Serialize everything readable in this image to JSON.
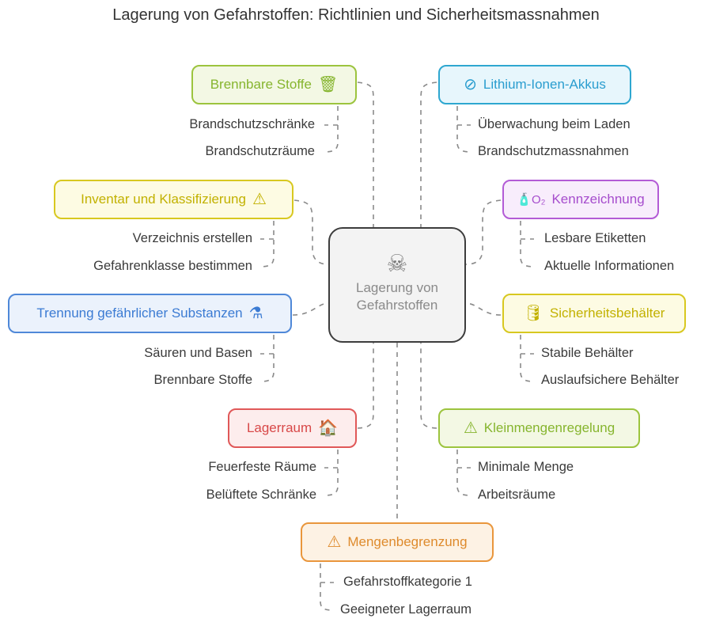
{
  "title": "Lagerung von Gefahrstoffen: Richtlinien und Sicherheitsmassnahmen",
  "center": {
    "label_line1": "Lagerung von",
    "label_line2": "Gefahrstoffen",
    "icon": "hazard-barrel-skull-icon"
  },
  "branches": [
    {
      "label": "Brennbare Stoffe",
      "icon": "flammable-container-icon",
      "color": "#9cc43e",
      "items": [
        "Brandschutzschränke",
        "Brandschutzräume"
      ]
    },
    {
      "label": "Lithium-Ionen-Akkus",
      "icon": "no-battery-icon",
      "color": "#2ea7d0",
      "items": [
        "Überwachung beim Laden",
        "Brandschutzmassnahmen"
      ]
    },
    {
      "label": "Inventar und Klassifizierung",
      "icon": "warning-inventory-icon",
      "color": "#d8c820",
      "items": [
        "Verzeichnis erstellen",
        "Gefahrenklasse bestimmen"
      ]
    },
    {
      "label": "Kennzeichnung",
      "icon": "o2-bottle-icon",
      "color": "#b35bd6",
      "items": [
        "Lesbare Etiketten",
        "Aktuelle Informationen"
      ]
    },
    {
      "label": "Trennung gefährlicher Substanzen",
      "icon": "separated-substances-icon",
      "color": "#4f88d8",
      "items": [
        "Säuren und Basen",
        "Brennbare Stoffe"
      ]
    },
    {
      "label": "Sicherheitsbehälter",
      "icon": "container-hand-icon",
      "color": "#d8c820",
      "items": [
        "Stabile Behälter",
        "Auslaufsichere Behälter"
      ]
    },
    {
      "label": "Lagerraum",
      "icon": "storage-truck-icon",
      "color": "#e05858",
      "items": [
        "Feuerfeste Räume",
        "Belüftete Schränke"
      ]
    },
    {
      "label": "Kleinmengenregelung",
      "icon": "warning-crate-icon",
      "color": "#9cc43e",
      "items": [
        "Minimale Menge",
        "Arbeitsräume"
      ]
    },
    {
      "label": "Mengenbegrenzung",
      "icon": "warning-limit-icon",
      "color": "#e9963c",
      "items": [
        "Gefahrstoffkategorie 1",
        "Geeigneter Lagerraum"
      ]
    }
  ]
}
